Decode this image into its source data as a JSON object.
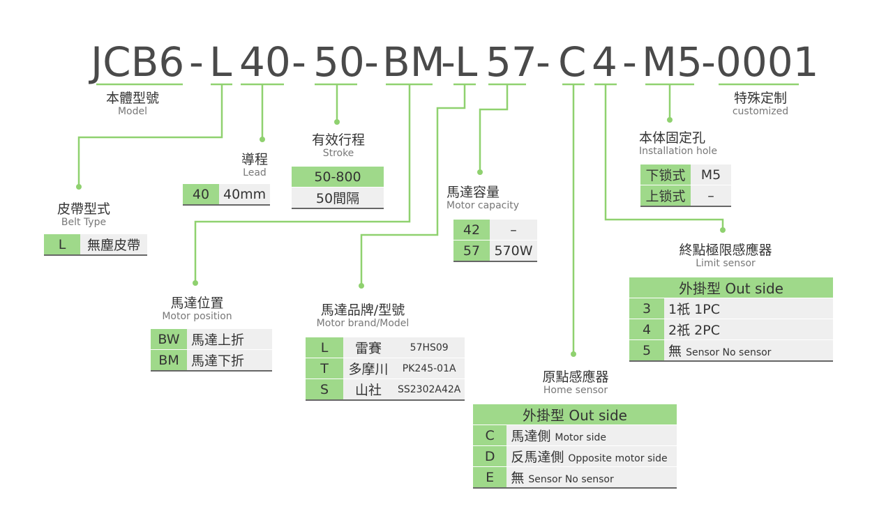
{
  "code": {
    "model": "JCB6",
    "dash1": "-",
    "belt": "L",
    "lead": "40",
    "dash2": "-",
    "stroke": "50",
    "dash3": "-",
    "brand": "BM",
    "dash4": "-",
    "position": "L",
    "capacity": "57",
    "dash5": "-",
    "home": "C",
    "limit": "4",
    "dash6": "-",
    "hole": "M5",
    "custom": "-0001"
  },
  "labels": {
    "model": {
      "zh": "本體型號",
      "en": "Model"
    },
    "custom": {
      "zh": "特殊定制",
      "en": "customized"
    },
    "lead": {
      "zh": "導程",
      "en": "Lead"
    },
    "stroke": {
      "zh": "有效行程",
      "en": "Stroke"
    },
    "belt": {
      "zh": "皮帶型式",
      "en": "Belt Type"
    },
    "capacity": {
      "zh": "馬達容量",
      "en": "Motor capacity"
    },
    "hole": {
      "zh": "本体固定孔",
      "en": "Installation hole"
    },
    "limit": {
      "zh": "終點極限感應器",
      "en": "Limit sensor"
    },
    "position": {
      "zh": "馬達位置",
      "en": "Motor position"
    },
    "brand": {
      "zh": "馬達品牌/型號",
      "en": "Motor brand/Model"
    },
    "home": {
      "zh": "原點感應器",
      "en": "Home sensor"
    }
  },
  "tables": {
    "lead": [
      [
        "40",
        "40mm"
      ]
    ],
    "stroke": [
      "50-800",
      "50間隔"
    ],
    "belt": [
      [
        "L",
        "無塵皮帶"
      ]
    ],
    "capacity": [
      [
        "42",
        "–"
      ],
      [
        "57",
        "570W"
      ]
    ],
    "hole": [
      [
        "下锁式",
        "M5"
      ],
      [
        "上锁式",
        "–"
      ]
    ],
    "position": [
      [
        "BW",
        "馬達上折"
      ],
      [
        "BM",
        "馬達下折"
      ]
    ],
    "brand": [
      [
        "L",
        "雷賽",
        "57HS09"
      ],
      [
        "T",
        "多摩川",
        "PK245-01A"
      ],
      [
        "S",
        "山社",
        "SS2302A42A"
      ]
    ],
    "limit": {
      "header": "外掛型 Out side",
      "rows": [
        {
          "k": "3",
          "zh": "1祇 1PC",
          "en": ""
        },
        {
          "k": "4",
          "zh": "2祇 2PC",
          "en": ""
        },
        {
          "k": "5",
          "zh": "無",
          "en": "Sensor No sensor"
        }
      ]
    },
    "home": {
      "header": "外掛型 Out side",
      "rows": [
        {
          "k": "C",
          "zh": "馬達側",
          "en": "Motor side"
        },
        {
          "k": "D",
          "zh": "反馬達側",
          "en": "Opposite motor side"
        },
        {
          "k": "E",
          "zh": "無",
          "en": "Sensor No sensor"
        }
      ]
    }
  },
  "colors": {
    "accent": "#8fd16f",
    "highlight": "#9fd98a",
    "cell": "#efefef",
    "text": "#4a4a4a"
  }
}
